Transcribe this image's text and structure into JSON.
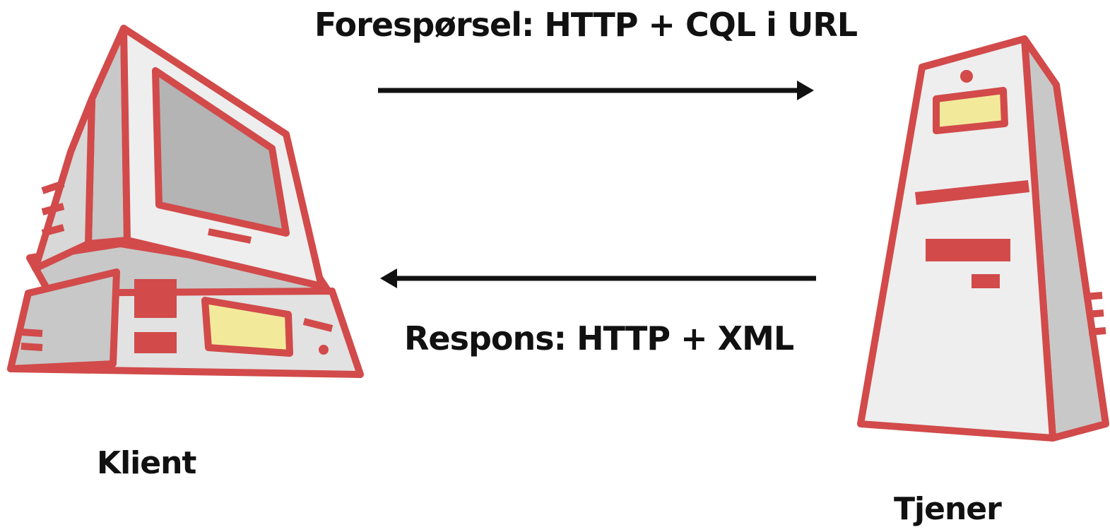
{
  "diagram": {
    "request_label": "Forespørsel: HTTP + CQL i URL",
    "response_label": "Respons: HTTP + XML",
    "client_label": "Klient",
    "server_label": "Tjener",
    "nodes": [
      {
        "id": "client",
        "label": "Klient",
        "icon": "desktop-computer-icon"
      },
      {
        "id": "server",
        "label": "Tjener",
        "icon": "tower-server-icon"
      }
    ],
    "edges": [
      {
        "from": "client",
        "to": "server",
        "label": "Forespørsel: HTTP + CQL i URL"
      },
      {
        "from": "server",
        "to": "client",
        "label": "Respons: HTTP + XML"
      }
    ],
    "colors": {
      "outline": "#d24a4a",
      "body": "#eeeeee",
      "shade": "#c8c8c8",
      "screen": "#b4b4b4",
      "display": "#f2ea9a",
      "arrow": "#111111"
    }
  }
}
